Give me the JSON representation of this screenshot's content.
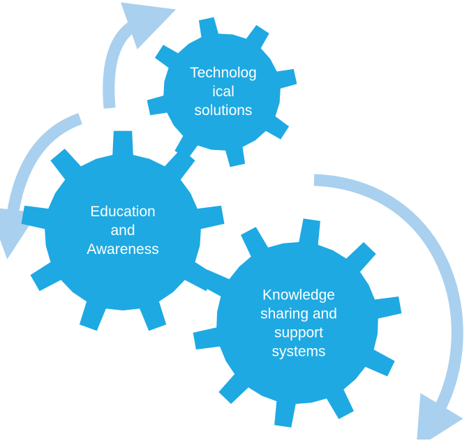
{
  "colors": {
    "gear": "#1EA9E2",
    "arrow": "#A9D0EE",
    "label": "#FFFFFF",
    "background": "#FFFFFF"
  },
  "gears": {
    "technological": {
      "lines": [
        "Technolog",
        "ical",
        "solutions"
      ]
    },
    "education": {
      "lines": [
        "Education",
        "and",
        "Awareness"
      ]
    },
    "knowledge": {
      "lines": [
        "Knowledge",
        "sharing and",
        "support",
        "systems"
      ]
    }
  }
}
